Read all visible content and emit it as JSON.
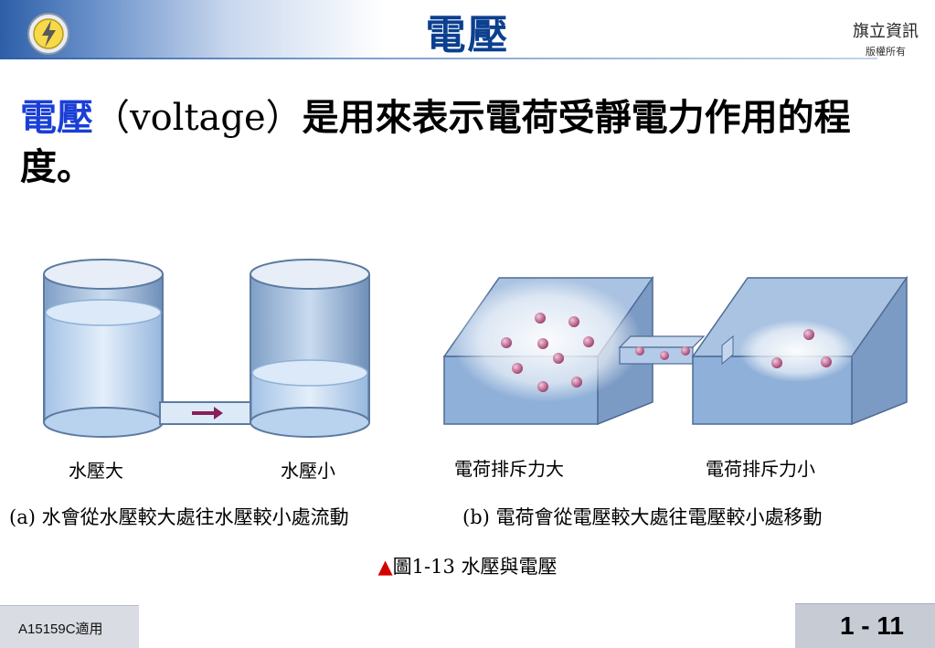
{
  "header": {
    "title": "電壓",
    "publisher": "旗立資訊",
    "rights": "版權所有"
  },
  "body": {
    "term": "電壓",
    "english": "（voltage）",
    "rest": "是用來表示電荷受靜電力作用的程度。"
  },
  "figure": {
    "label_high_water": "水壓大",
    "label_low_water": "水壓小",
    "label_high_charge": "電荷排斥力大",
    "label_low_charge": "電荷排斥力小",
    "caption_a": "(a) 水會從水壓較大處往水壓較小處流動",
    "caption_b": "(b) 電荷會從電壓較大處往電壓較小處移動",
    "caption_marker": "▲",
    "caption": "圖1-13  水壓與電壓"
  },
  "footer": {
    "course": "A15159C適用",
    "page": "1 - 11"
  },
  "colors": {
    "title": "#0b3f8f",
    "term": "#1a3fd6",
    "marker": "#d40000",
    "arrow": "#8a1f5a",
    "charge": "#b0507e"
  }
}
